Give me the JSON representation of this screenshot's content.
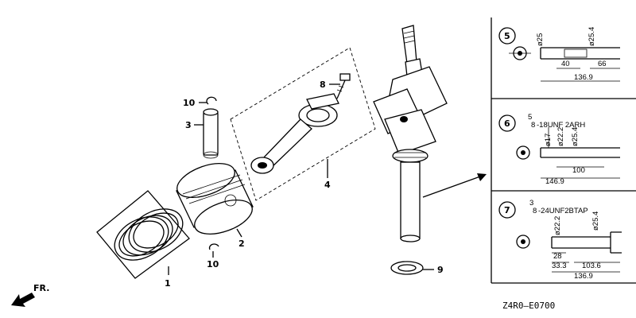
{
  "diagram": {
    "callouts": {
      "piston_rings": "1",
      "piston": "2",
      "piston_pin": "3",
      "connecting_rod": "4",
      "rod_bolt": "8",
      "washer": "9",
      "clip_upper": "10",
      "clip_lower": "10"
    },
    "direction_label": "FR.",
    "drawing_code": "Z4R0—E0700"
  },
  "variants": [
    {
      "number": "5",
      "dims": {
        "d_small": "ø25",
        "d_large": "ø25.4",
        "len_a": "40",
        "len_b": "66",
        "total": "136.9"
      }
    },
    {
      "number": "6",
      "thread": {
        "frac_num": "5",
        "frac_den": "8",
        "spec": "-18UNF 2ARH"
      },
      "dims": {
        "d1": "ø17",
        "d2": "ø22.2",
        "d3": "ø25.4",
        "len_a": "100",
        "total": "146.9"
      }
    },
    {
      "number": "7",
      "thread": {
        "frac_num": "3",
        "frac_den": "8",
        "spec": "-24UNF2BTAP"
      },
      "dims": {
        "d1": "ø22.2",
        "d2": "ø25.4",
        "len_a": "28",
        "len_b": "33.3",
        "len_c": "103.6",
        "total": "136.9"
      }
    }
  ]
}
